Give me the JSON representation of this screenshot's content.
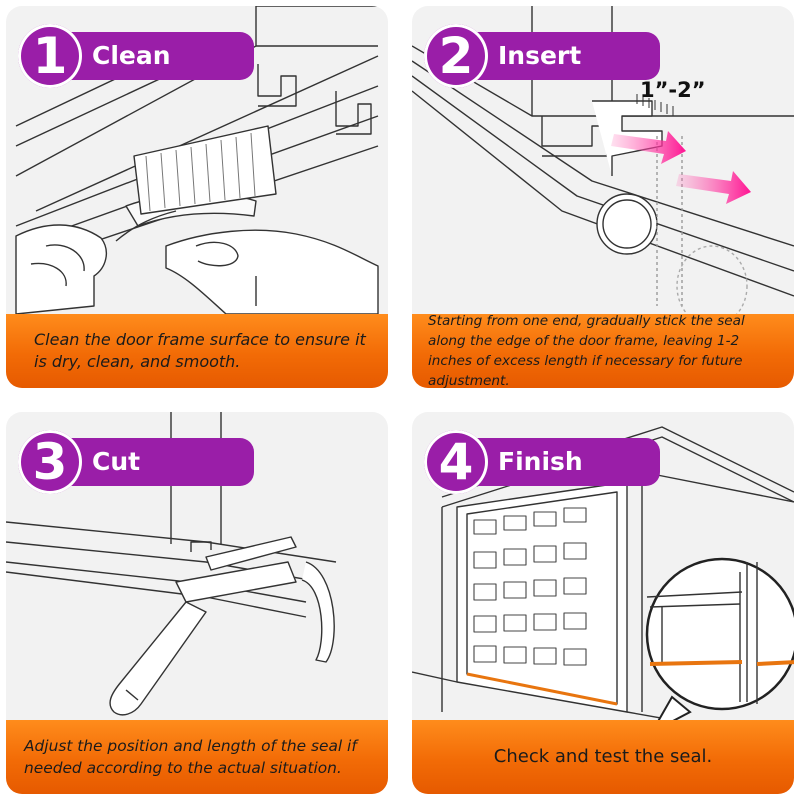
{
  "steps": [
    {
      "number": "1",
      "title": "Clean",
      "caption": "Clean the door frame surface to ensure it is dry, clean, and smooth."
    },
    {
      "number": "2",
      "title": "Insert",
      "dimension_label": "1”-2”",
      "caption": "Starting from one end, gradually stick the seal along the edge of the door frame, leaving 1-2 inches of excess length if necessary for future adjustment."
    },
    {
      "number": "3",
      "title": "Cut",
      "caption": "Adjust the position and length of the seal if needed according to the actual situation."
    },
    {
      "number": "4",
      "title": "Finish",
      "caption": "Check and test the seal."
    }
  ],
  "colors": {
    "badge": "#9a1ea8",
    "caption_bar": "#f26b06",
    "arrow": "#ff1493",
    "seal_highlight": "#e8750f"
  },
  "icons": {
    "step1": "brush-cleaning-illustration",
    "step2": "seal-insert-arrows-illustration",
    "step3": "knife-cut-illustration",
    "step4": "garage-door-illustration"
  }
}
